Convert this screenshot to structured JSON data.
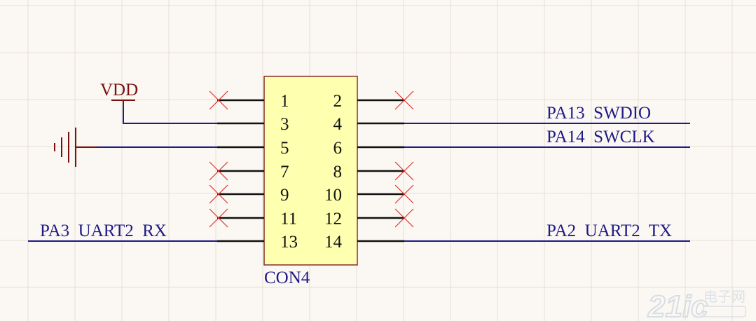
{
  "component": {
    "designator": "CON4",
    "pins": [
      {
        "left": "1",
        "right": "2"
      },
      {
        "left": "3",
        "right": "4"
      },
      {
        "left": "5",
        "right": "6"
      },
      {
        "left": "7",
        "right": "8"
      },
      {
        "left": "9",
        "right": "10"
      },
      {
        "left": "11",
        "right": "12"
      },
      {
        "left": "13",
        "right": "14"
      }
    ]
  },
  "power": {
    "vdd_label": "VDD"
  },
  "nets": {
    "pin4": "PA13  SWDIO",
    "pin6": "PA14  SWCLK",
    "pin13": "PA3  UART2  RX",
    "pin14": "PA2  UART2  TX"
  },
  "watermark": {
    "brand": "21ic",
    "cn": "电子网"
  },
  "colors": {
    "wire": "#1f1a86",
    "component_fill": "#ffffb0",
    "component_border": "#8a2a2a",
    "power_symbol": "#7a1010",
    "no_connect": "#e03030",
    "grid": "#e6e0d6"
  }
}
